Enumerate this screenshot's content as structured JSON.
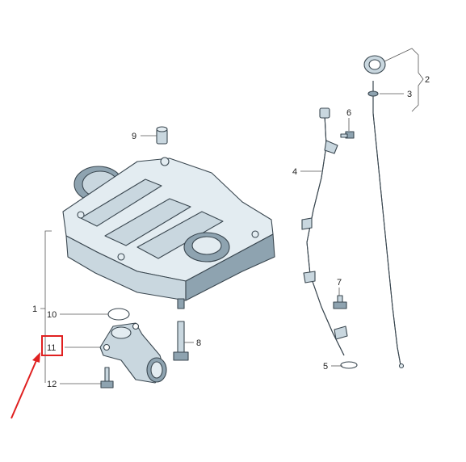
{
  "diagram": {
    "callouts": [
      {
        "id": "c1",
        "text": "1"
      },
      {
        "id": "c2",
        "text": "2"
      },
      {
        "id": "c3",
        "text": "3"
      },
      {
        "id": "c4",
        "text": "4"
      },
      {
        "id": "c5",
        "text": "5"
      },
      {
        "id": "c6",
        "text": "6"
      },
      {
        "id": "c7",
        "text": "7"
      },
      {
        "id": "c8",
        "text": "8"
      },
      {
        "id": "c9",
        "text": "9"
      },
      {
        "id": "c10",
        "text": "10"
      },
      {
        "id": "c11",
        "text": "11"
      },
      {
        "id": "c12",
        "text": "12"
      }
    ],
    "colors": {
      "highlight": "#e02020",
      "part_fill": "#c9d7df",
      "part_stroke": "#3a4750"
    }
  }
}
